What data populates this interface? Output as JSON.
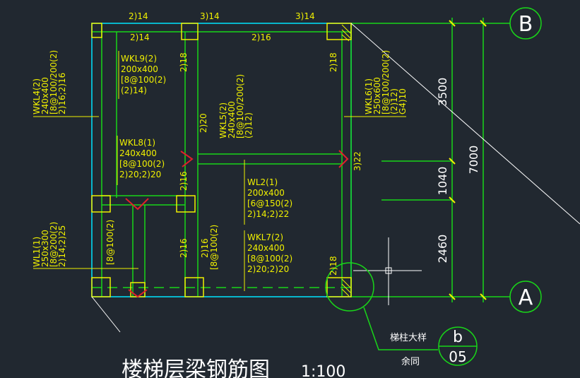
{
  "title": "楼梯层梁钢筋图",
  "scale": "1:100",
  "axes": {
    "b": "B",
    "a": "A"
  },
  "dimensions": {
    "d1": "3500",
    "d2": "1040",
    "d3": "2460",
    "total": "7000"
  },
  "top_rebar": {
    "t1": "2)14",
    "t2": "3)14",
    "t3": "3)14",
    "t4": "2)14",
    "t5": "2)16"
  },
  "beams": {
    "wkl9": [
      "WKL9(2)",
      "200x400",
      "[8@100(2)",
      "(2)14)"
    ],
    "wkl8": [
      "WKL8(1)",
      "240x400",
      "[8@100(2)",
      "2)20;2)20"
    ],
    "wkl5": [
      "WKL5(2)",
      "240x400",
      "[8@100/200(2)",
      "(2)12)"
    ],
    "wl2": [
      "WL2(1)",
      "200x400",
      "[6@150(2)",
      "2)14;2)22"
    ],
    "wkl7": [
      "WKL7(2)",
      "240x400",
      "[8@100(2)",
      "2)20;2)20"
    ],
    "wkl4": [
      "WKL4(2)",
      "240x400",
      "[8@100/200(2)",
      "2)16;2)16"
    ],
    "wl1": [
      "WL1(1)",
      "250x300",
      "[8@200(2)",
      "2)14;2)25"
    ],
    "wkl6": [
      "WKL6(1)",
      "250x600",
      "[8@100/200(2)",
      "(2)12)",
      "G4)10"
    ]
  },
  "bar_labels": {
    "v_2_18a": "2)18",
    "v_2_18b": "2)18",
    "v_2_20": "2)20",
    "v_2_16a": "2)16",
    "v_2_16b": "2)16",
    "v_2_16c": "2)16",
    "v_3_22": "3)22",
    "v_8_100a": "[8@100(2)",
    "v_8_100b": "[8@100(2)",
    "v_2_18c": "2)18"
  },
  "note": {
    "line1": "梯柱大样",
    "line2": "余同"
  },
  "callout": {
    "top": "b",
    "bottom": "05"
  },
  "colors": {
    "bg": "#212830",
    "yellow": "#f0f000",
    "cyan": "#00e5ff",
    "green": "#19d619",
    "red": "#e0202a",
    "white": "#ffffff"
  }
}
